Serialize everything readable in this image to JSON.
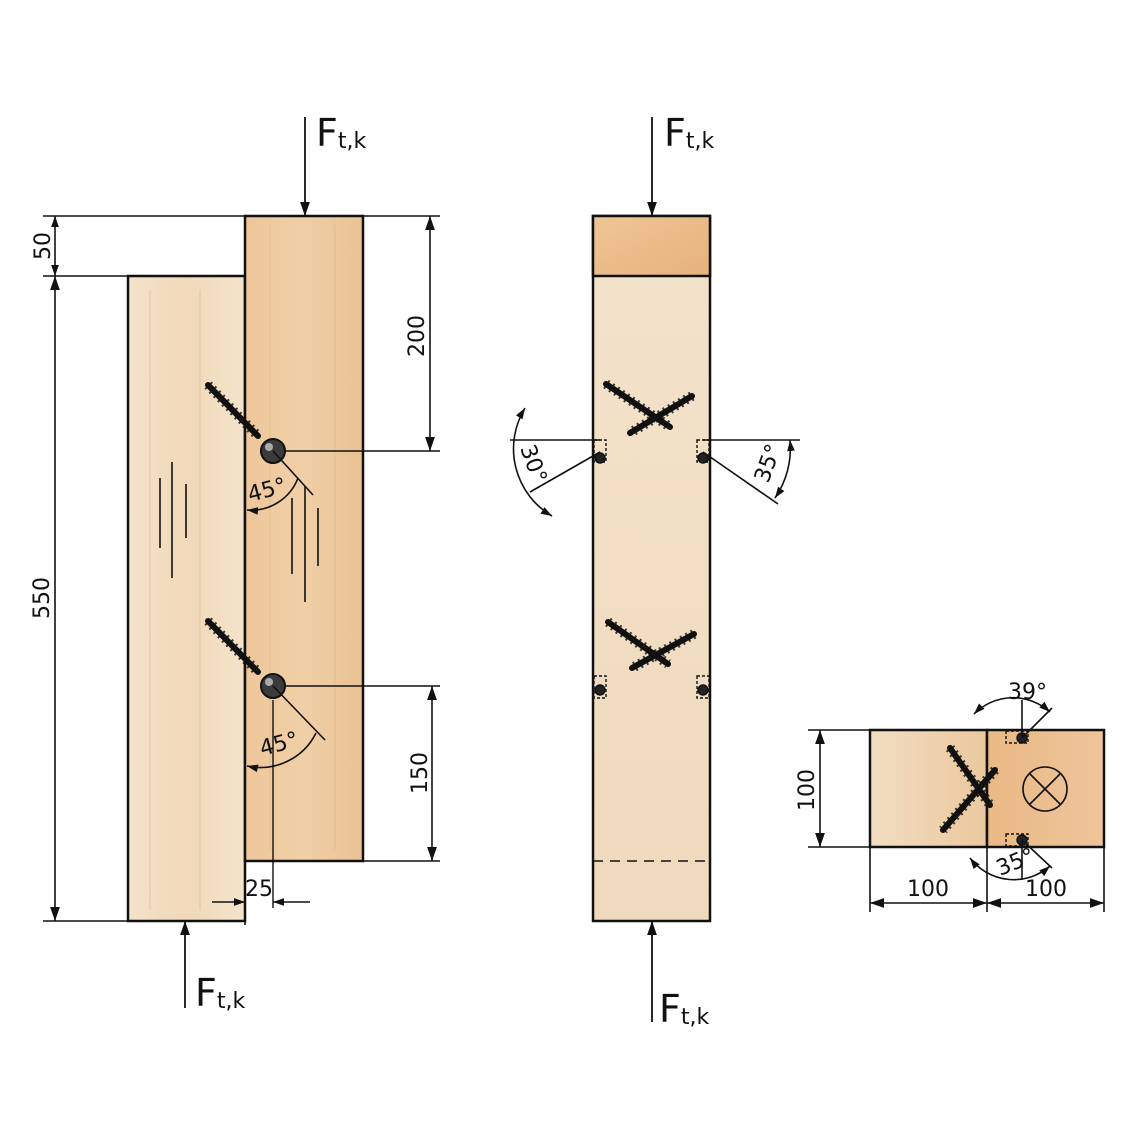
{
  "force": {
    "main": "F",
    "sub": "t,k"
  },
  "side_view": {
    "dim_top_offset": "50",
    "dim_total_height": "550",
    "dim_to_first_pin": "200",
    "dim_second_pin_to_bottom": "150",
    "dim_overlap_width": "25",
    "angle_upper": "45°",
    "angle_lower": "45°"
  },
  "front_view": {
    "angle_left": "30°",
    "angle_right": "35°"
  },
  "section_view": {
    "dim_height": "100",
    "dim_width_left": "100",
    "dim_width_right": "100",
    "angle_top": "39°",
    "angle_bottom": "35°"
  },
  "colors": {
    "wood_light": "#f1dcc0",
    "wood_mid": "#ecc79e",
    "wood_dark": "#e2ad78",
    "line": "#111111"
  }
}
